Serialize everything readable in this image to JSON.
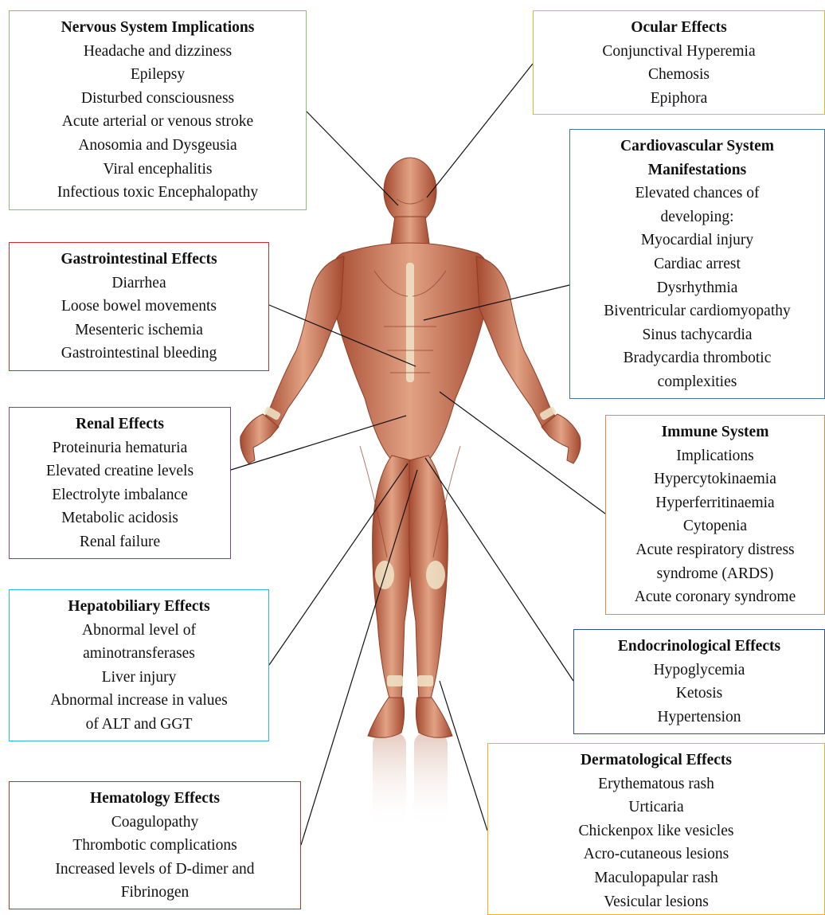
{
  "boxes": {
    "nervous": {
      "title": "Nervous System Implications",
      "color": "#8dbf6b",
      "items": [
        "Headache and dizziness",
        "Epilepsy",
        "Disturbed consciousness",
        "Acute arterial or venous stroke",
        "Anosomia and Dysgeusia",
        "Viral encephalitis",
        "Infectious toxic Encephalopathy"
      ]
    },
    "ocular": {
      "title": "Ocular Effects",
      "color": "#f2b21a",
      "items": [
        "Conjunctival Hyperemia",
        "Chemosis",
        "Epiphora"
      ]
    },
    "cardio": {
      "title": "Cardiovascular System",
      "title2": "Manifestations",
      "color": "#3f72b5",
      "items": [
        "Elevated chances of",
        "developing:",
        "Myocardial injury",
        "Cardiac arrest",
        "Dysrhythmia",
        "Biventricular cardiomyopathy",
        "Sinus tachycardia",
        "Bradycardia thrombotic",
        "complexities"
      ]
    },
    "gastro": {
      "title": "Gastrointestinal Effects",
      "color": "#d9262a",
      "items": [
        "Diarrhea",
        "Loose bowel movements",
        "Mesenteric ischemia",
        "Gastrointestinal bleeding"
      ]
    },
    "renal": {
      "title": "Renal Effects",
      "color": "#7b3f9e",
      "items": [
        "Proteinuria hematuria",
        "Elevated creatine levels",
        "Electrolyte imbalance",
        "Metabolic acidosis",
        "Renal failure"
      ]
    },
    "immune": {
      "title": "Immune System",
      "color": "#e98a3a",
      "items": [
        "Implications",
        "Hypercytokinaemia",
        "Hyperferritinaemia",
        "Cytopenia",
        "Acute respiratory distress",
        "syndrome (ARDS)",
        "Acute coronary syndrome"
      ]
    },
    "hepato": {
      "title": "Hepatobiliary Effects",
      "color": "#2bb5e8",
      "items": [
        "Abnormal level of",
        "aminotransferases",
        "Liver injury",
        "Abnormal increase in values",
        "of ALT and GGT"
      ]
    },
    "endocrine": {
      "title": "Endocrinological Effects",
      "color": "#2e4f9c",
      "items": [
        "Hypoglycemia",
        "Ketosis",
        "Hypertension"
      ]
    },
    "derm": {
      "title": "Dermatological Effects",
      "color": "#f2b21a",
      "items": [
        "Erythematous rash",
        "Urticaria",
        "Chickenpox like vesicles",
        "Acro-cutaneous lesions",
        "Maculopapular rash",
        "Vesicular lesions"
      ]
    },
    "hemato": {
      "title": "Hematology Effects",
      "color": "#d9262a",
      "items": [
        "Coagulopathy",
        "Thrombotic complications",
        "Increased levels of D-dimer and",
        "Fibrinogen"
      ]
    }
  },
  "colors": {
    "muscle": "#c66a4a",
    "muscle_light": "#e0a184",
    "tendon": "#efe0c4",
    "line": "#111111"
  }
}
